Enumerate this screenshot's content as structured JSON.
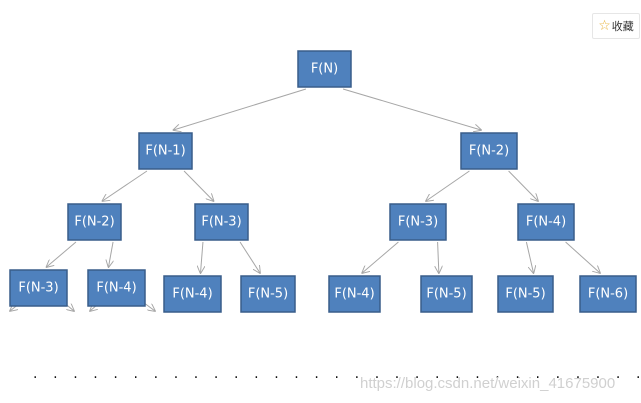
{
  "favorite_button": {
    "icon": "star-icon",
    "label": "收藏",
    "icon_color": "#e8b23a"
  },
  "tree": {
    "node_fill": "#4f81bd",
    "node_border": "#385d8a",
    "edge_color": "#a6a6a6",
    "nodes": [
      {
        "id": "n0",
        "label": "F(N)"
      },
      {
        "id": "n1",
        "label": "F(N-1)"
      },
      {
        "id": "n2",
        "label": "F(N-2)"
      },
      {
        "id": "n3",
        "label": "F(N-2)"
      },
      {
        "id": "n4",
        "label": "F(N-3)"
      },
      {
        "id": "n5",
        "label": "F(N-3)"
      },
      {
        "id": "n6",
        "label": "F(N-4)"
      },
      {
        "id": "n7",
        "label": "F(N-3)"
      },
      {
        "id": "n8",
        "label": "F(N-4)"
      },
      {
        "id": "n9",
        "label": "F(N-4)"
      },
      {
        "id": "n10",
        "label": "F(N-5)"
      },
      {
        "id": "n11",
        "label": "F(N-4)"
      },
      {
        "id": "n12",
        "label": "F(N-5)"
      },
      {
        "id": "n13",
        "label": "F(N-5)"
      },
      {
        "id": "n14",
        "label": "F(N-6)"
      }
    ],
    "edges": [
      [
        "n0",
        "n1"
      ],
      [
        "n0",
        "n2"
      ],
      [
        "n1",
        "n3"
      ],
      [
        "n1",
        "n4"
      ],
      [
        "n2",
        "n5"
      ],
      [
        "n2",
        "n6"
      ],
      [
        "n3",
        "n7"
      ],
      [
        "n3",
        "n8"
      ],
      [
        "n4",
        "n9"
      ],
      [
        "n4",
        "n10"
      ],
      [
        "n5",
        "n11"
      ],
      [
        "n5",
        "n12"
      ],
      [
        "n6",
        "n13"
      ],
      [
        "n6",
        "n14"
      ]
    ],
    "continuation_text": ". . . . . . . . . . . . . . . . . . . . . . . . . . . . . . . . . . . . . . . . . . . . . . . . . . . . . . . ."
  },
  "watermark": "https://blog.csdn.net/weixin_41675900"
}
